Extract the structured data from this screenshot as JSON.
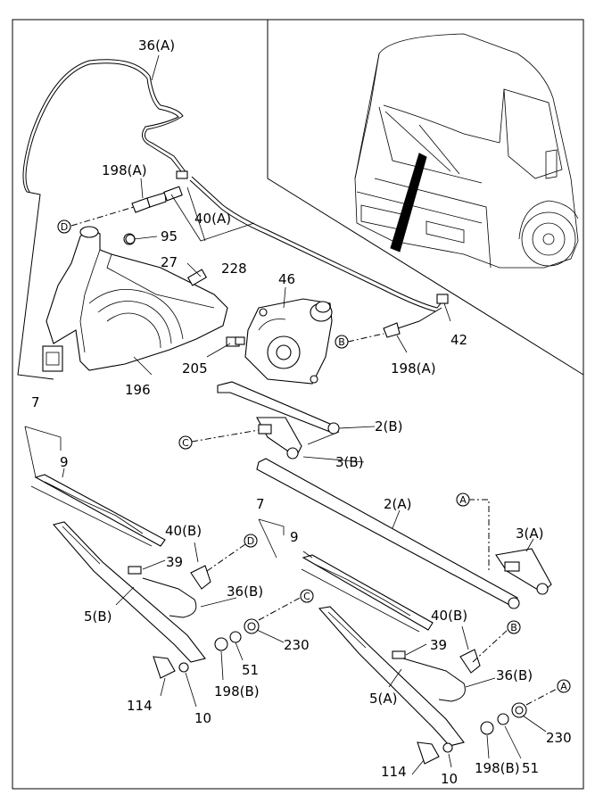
{
  "callouts": {
    "c36a": "36(A)",
    "c198a_top": "198(A)",
    "c95": "95",
    "c40a": "40(A)",
    "c228": "228",
    "c27": "27",
    "c46": "46",
    "c42": "42",
    "c205": "205",
    "c198a_right": "198(A)",
    "c196": "196",
    "c7_left": "7",
    "c9_left": "9",
    "c2b": "2(B)",
    "c3b": "3(B)",
    "c2a": "2(A)",
    "c3a": "3(A)",
    "c40b_left": "40(B)",
    "c39_left": "39",
    "c36b_left": "36(B)",
    "c5b": "5(B)",
    "c230_left": "230",
    "c51_left": "51",
    "c198b_left": "198(B)",
    "c114_left": "114",
    "c10_left": "10",
    "c7_right": "7",
    "c9_right": "9",
    "c40b_right": "40(B)",
    "c39_right": "39",
    "c36b_right": "36(B)",
    "c5a": "5(A)",
    "c230_right": "230",
    "c51_right": "51",
    "c198b_right": "198(B)",
    "c114_right": "114",
    "c10_right": "10"
  },
  "connectors": {
    "a_right": "A",
    "a_bottom": "A",
    "b_mid": "B",
    "b_right": "B",
    "c_mid": "C",
    "c_right": "C",
    "d_left": "D",
    "d_mid": "D"
  }
}
